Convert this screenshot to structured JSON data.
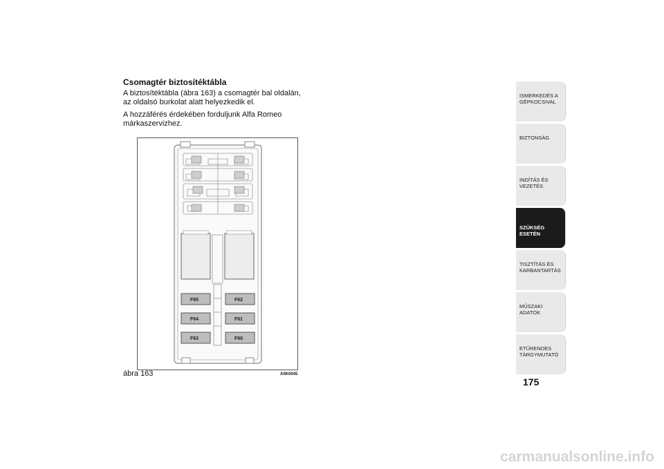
{
  "section": {
    "heading": "Csomagtér biztosítéktábla",
    "para1": "A biztosítéktábla (ábra 163) a csomagtér bal oldalán, az oldalsó burkolat alatt helyezkedik el.",
    "para2": "A hozzáférés érdekében forduljunk Alfa Romeo márkaszervizhez."
  },
  "figure": {
    "caption": "ábra 163",
    "code": "A0K0045",
    "fuses": [
      {
        "left": "F65",
        "right": "F62"
      },
      {
        "left": "F64",
        "right": "F61"
      },
      {
        "left": "F63",
        "right": "F60"
      }
    ]
  },
  "tabs": [
    {
      "label": "ISMERKEDÉS A\nGÉPKOCSIVAL",
      "active": false
    },
    {
      "label": "BIZTONSÁG",
      "active": false
    },
    {
      "label": "INDÍTÁS ÉS VEZETÉS",
      "active": false
    },
    {
      "label": "SZÜKSÉG ESETÉN",
      "active": true
    },
    {
      "label": "TISZTÍTÁS ÉS\nKARBANTARTÁS",
      "active": false
    },
    {
      "label": "MŰSZAKI ADATOK",
      "active": false
    },
    {
      "label": "ETŰRENDES\nTÁRGYMUTATÓ",
      "active": false
    }
  ],
  "page_number": "175",
  "watermark": "carmanualsonline.info"
}
